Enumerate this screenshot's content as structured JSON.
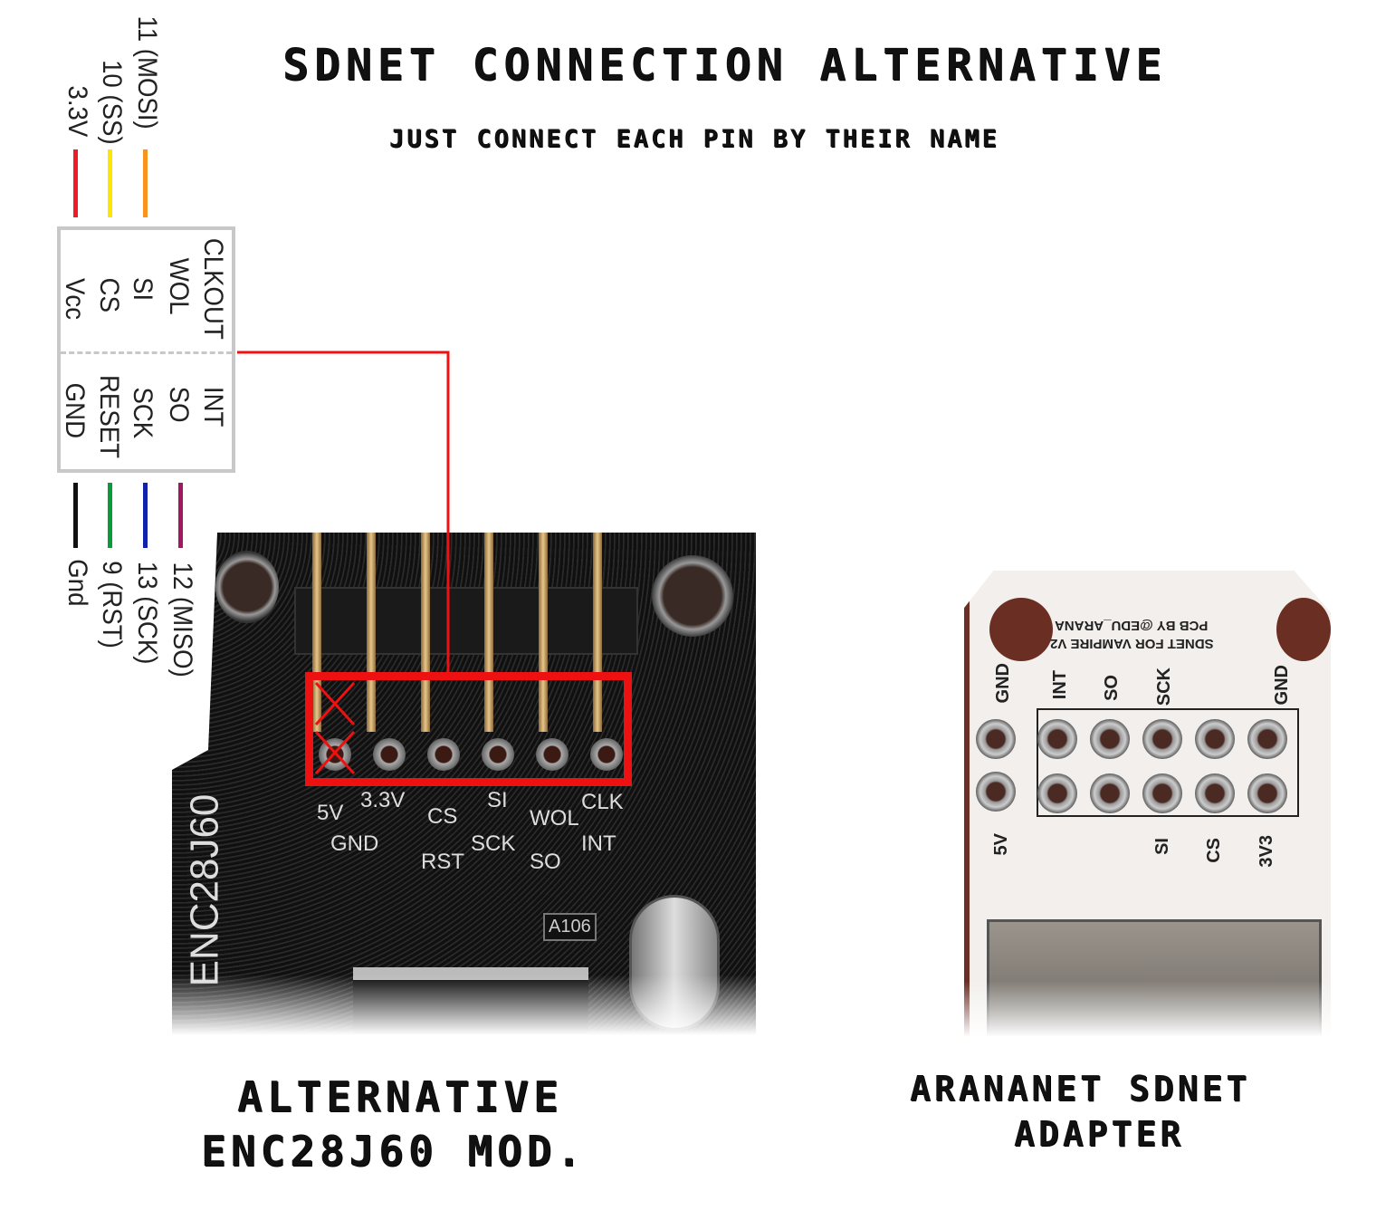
{
  "title": "SDNET CONNECTION ALTERNATIVE",
  "subtitle": "JUST CONNECT EACH PIN BY THEIR NAME",
  "connector": {
    "top_pins": [
      "CLKOUT",
      "WOL",
      "SI",
      "CS",
      "Vcc"
    ],
    "bottom_pins": [
      "INT",
      "SO",
      "SCK",
      "RESET",
      "GND"
    ],
    "top_wires": [
      {
        "label": "11 (MOSI)",
        "color": "#f7941d"
      },
      {
        "label": "10 (SS)",
        "color": "#ffe600"
      },
      {
        "label": "3.3V",
        "color": "#ee1c24"
      }
    ],
    "bottom_wires": [
      {
        "label": "12 (MISO)",
        "color": "#a0185f"
      },
      {
        "label": "13 (SCK)",
        "color": "#1122aa"
      },
      {
        "label": "9 (RST)",
        "color": "#0a9a3a"
      },
      {
        "label": "Gnd",
        "color": "#111111"
      }
    ]
  },
  "enc_board": {
    "chip_label": "ENC28J60",
    "top_silk": [
      "5V",
      "3.3V",
      "CS",
      "SI",
      "WOL",
      "CLK"
    ],
    "bottom_silk": [
      "GND",
      "RST",
      "SCK",
      "SO",
      "INT"
    ],
    "part": "A106",
    "caption_line1": "ALTERNATIVE",
    "caption_line2": "ENC28J60 MOD."
  },
  "sdnet_board": {
    "pcb_text1": "SDNET FOR VAMPIRE V2",
    "pcb_text2": "PCB BY @EDU_ARANA",
    "top_labels": [
      "GND",
      "INT",
      "SO",
      "SCK",
      "GND"
    ],
    "bottom_labels": [
      "5V",
      "SI",
      "CS",
      "3V3"
    ],
    "caption_line1": "ARANANET SDNET",
    "caption_line2": "ADAPTER"
  },
  "highlight_color": "#ee1111"
}
